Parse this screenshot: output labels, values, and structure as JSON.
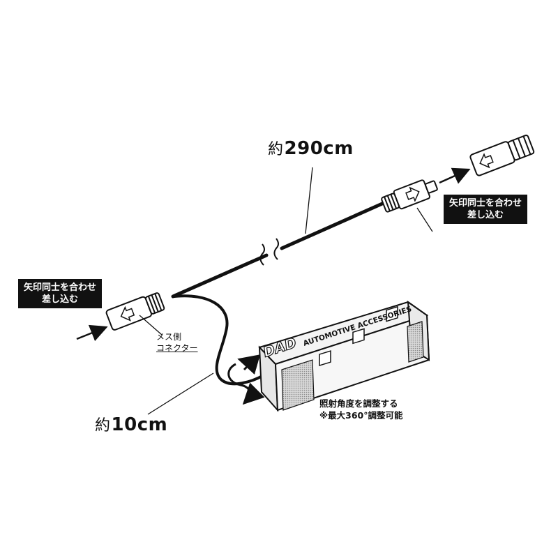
{
  "labels": {
    "cable_length": {
      "prefix": "約",
      "value": "290cm"
    },
    "short_length": {
      "prefix": "約",
      "value": "10cm"
    },
    "arrow_instruction_right": {
      "line1": "矢印同士を合わせ",
      "line2": "差し込む"
    },
    "arrow_instruction_left": {
      "line1": "矢印同士を合わせ",
      "line2": "差し込む"
    },
    "female_connector": {
      "line1": "メス側",
      "line2": "コネクター"
    },
    "angle_note": {
      "line1": "照射角度を調整する",
      "line2": "※最大360°調整可能"
    },
    "device_brand": "DAD",
    "device_text": "AUTOMOTIVE ACCESSORIES"
  },
  "colors": {
    "line": "#111111",
    "device_body": "#f2f2f2",
    "device_mesh": "#b8b8b8",
    "label_box": "#111111"
  },
  "icons": [
    "arrow-right-icon",
    "rotate-arrow-icon",
    "connector-arrow-icon"
  ]
}
